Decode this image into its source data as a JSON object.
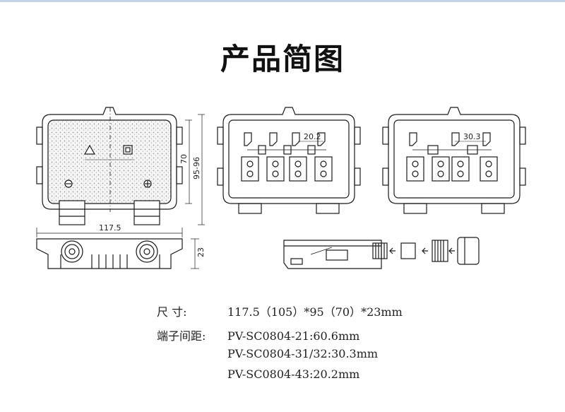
{
  "title": "产品简图",
  "dimensions": {
    "width_label": "117.5",
    "height_label": "70",
    "outer_height_label": "95-96",
    "depth_label": "23",
    "pitch_label_a": "20.2",
    "pitch_label_b": "30.3"
  },
  "specs": {
    "size_label": "尺      寸:",
    "size_value": "117.5（105）*95（70）*23mm",
    "pitch_label": "端子间距:",
    "pitch_values": [
      "PV-SC0804-21:60.6mm",
      "PV-SC0804-31/32:30.3mm",
      "PV-SC0804-43:20.2mm"
    ]
  },
  "colors": {
    "line": "#1a1a1a",
    "accent_top": "#c6d3e6"
  }
}
